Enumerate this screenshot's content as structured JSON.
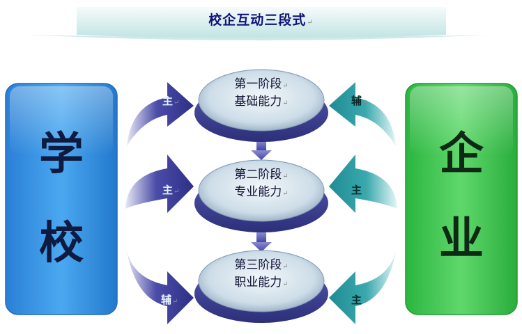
{
  "title": "校企互动三段式",
  "school": {
    "chars": [
      "学",
      "校"
    ]
  },
  "enterprise": {
    "chars": [
      "企",
      "业"
    ]
  },
  "stages": [
    {
      "line1": "第一阶段",
      "line2": "基础能力"
    },
    {
      "line1": "第二阶段",
      "line2": "专业能力"
    },
    {
      "line1": "第三阶段",
      "line2": "职业能力"
    }
  ],
  "left_tags": [
    "主",
    "主",
    "辅"
  ],
  "right_tags": [
    "辅",
    "主",
    "主"
  ],
  "colors": {
    "title_text": "#10127a",
    "school_box": "#2f8fe0",
    "enterprise_box": "#33c44a",
    "left_arrow": "#3e3e9e",
    "right_arrow": "#2fa0a6",
    "stage_base": "#3a3d8f",
    "stage_top": "#cfe0ea"
  }
}
